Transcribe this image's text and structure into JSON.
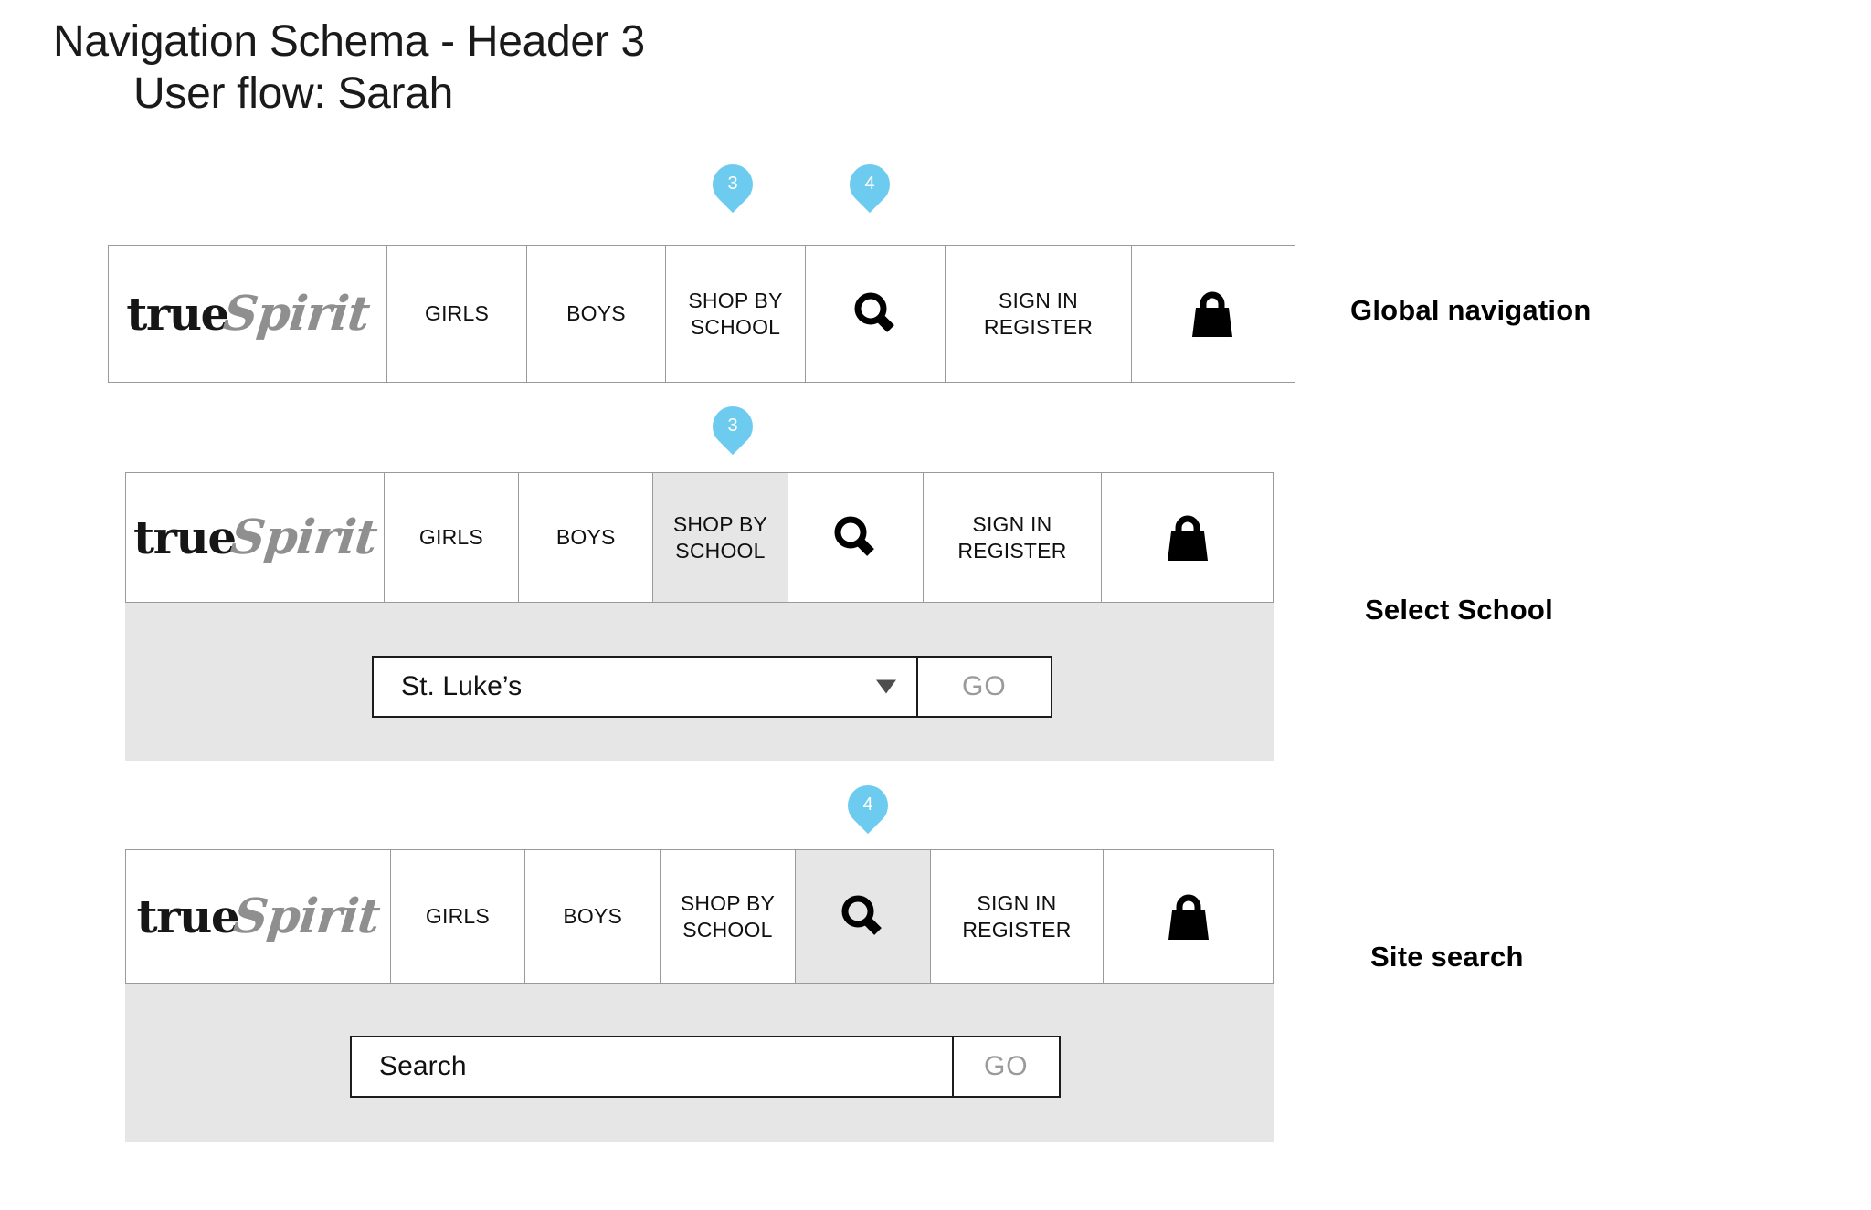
{
  "title": "Navigation Schema - Header 3",
  "subtitle": "User flow: Sarah",
  "brand": {
    "part1": "true",
    "part2": "Spirit"
  },
  "icons": {
    "search": "search-icon",
    "bag": "shopping-bag-icon",
    "chevron": "chevron-down-icon"
  },
  "nav": {
    "girls": "GIRLS",
    "boys": "BOYS",
    "shop_by_school_line1": "SHOP BY",
    "shop_by_school_line2": "SCHOOL",
    "sign_in_line1": "SIGN IN",
    "sign_in_line2": "REGISTER"
  },
  "sections": [
    {
      "label": "Global navigation"
    },
    {
      "label": "Select School"
    },
    {
      "label": "Site search"
    }
  ],
  "pins": [
    {
      "number": "3"
    },
    {
      "number": "4"
    },
    {
      "number": "3"
    },
    {
      "number": "4"
    }
  ],
  "school_select": {
    "value": "St. Luke’s",
    "go_label": "GO"
  },
  "site_search": {
    "value": "Search",
    "go_label": "GO"
  },
  "colors": {
    "pin": "#6ecbf0",
    "panel_gray": "#e6e6e6",
    "active_cell": "#e6e6e6",
    "border": "#9a9a9a",
    "logo_gray": "#8f8f8f"
  }
}
